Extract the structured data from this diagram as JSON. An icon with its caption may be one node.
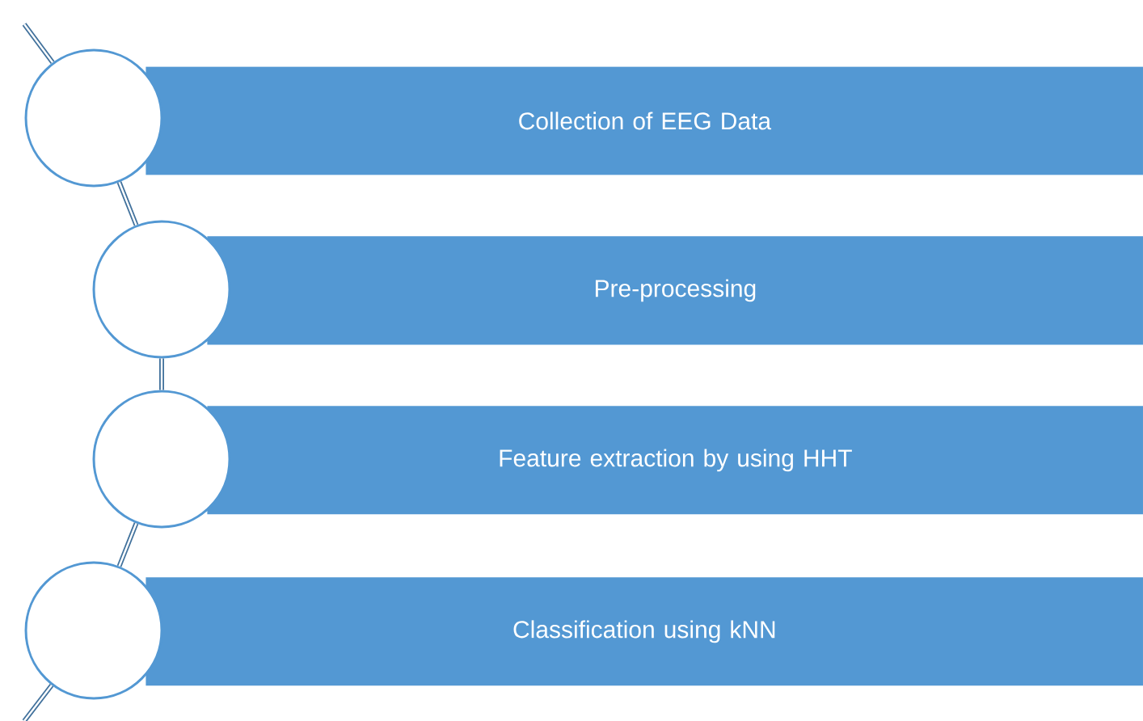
{
  "diagram": {
    "nodes": [
      {
        "text": [],
        "shape": "circle"
      },
      {
        "text": [
          "Collection of EEG Data"
        ]
      },
      {
        "text": [],
        "shape": "circle"
      },
      {
        "text": [
          "Pre-processing"
        ]
      },
      {
        "text": [],
        "shape": "circle"
      },
      {
        "text": [
          "Feature extraction by using HHT"
        ]
      },
      {
        "text": [],
        "shape": "circle"
      },
      {
        "text": [
          "Classification using kNN"
        ]
      }
    ],
    "edges": [
      {
        "from": null,
        "to": 0,
        "arrow": "none"
      },
      {
        "from": 0,
        "to": 2,
        "arrow": "none"
      },
      {
        "from": 2,
        "to": 4,
        "arrow": "none"
      },
      {
        "from": 4,
        "to": 6,
        "arrow": "none"
      },
      {
        "from": 6,
        "to": null,
        "arrow": "none"
      }
    ]
  }
}
